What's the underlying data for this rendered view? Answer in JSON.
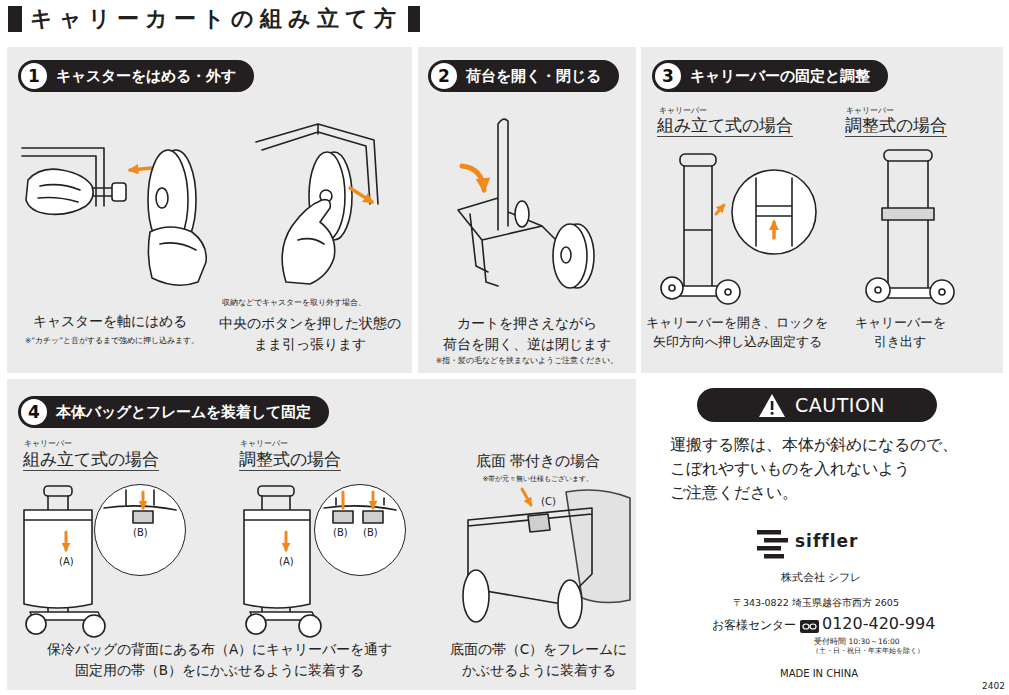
{
  "diagram": {
    "title": "キャリーカートの組み立て方",
    "nodes": [
      {
        "text": [
          "キャスターを軸にはめる",
          "※“カチッ”と音がするまで強めに押し込みます。",
          "収納などでキャスターを取り外す場合、",
          "中央のボタンを押した状態の まま引っ張ります"
        ]
      },
      {
        "text": [
          "キャスターをはめる・外す"
        ],
        "in": 0
      },
      {
        "text": [
          "1"
        ],
        "in": 1
      },
      {
        "text": [
          "カートを押さえながら 荷台を開く、逆は閉じます",
          "※指・髪の毛などを挟まないようご注意ください。"
        ]
      },
      {
        "text": [
          "荷台を開く・閉じる"
        ],
        "in": 3
      },
      {
        "text": [
          "2"
        ],
        "in": 4
      },
      {
        "text": [
          "キャリーバー",
          "組み立て式の場合",
          "キャリーバーを開き、ロックを 矢印方向へ押し込み固定する",
          "キャリーバー",
          "調整式の場合",
          "キャリーバーを 引き出す"
        ]
      },
      {
        "text": [
          "キャリーバーの固定と調整"
        ],
        "in": 6
      },
      {
        "text": [
          "3"
        ],
        "in": 7
      },
      {
        "text": [
          "キャリーバー",
          "組み立て式の場合",
          "キャリーバー",
          "調整式の場合",
          "底面 帯付きの場合",
          "※帯が元々無い仕様もございます。",
          "保冷バッグの背面にある布（A）にキャリーバーを通す 固定用の帯（B）をにかぶせるように装着する",
          "底面の帯（C）をフレームに かぶせるように装着する"
        ]
      },
      {
        "text": [
          "本体バッグとフレームを装着して固定"
        ],
        "in": 9
      },
      {
        "text": [
          "4"
        ],
        "in": 10
      },
      {
        "text": [
          "(B)"
        ],
        "in": 9
      },
      {
        "text": [
          "(B)",
          "(B)"
        ],
        "in": 9
      },
      {
        "text": [
          "CAUTION"
        ]
      }
    ],
    "labels": [
      "(A)",
      "(A)",
      "(C)",
      "運搬する際は、本体が斜めになるので、 こぼれやすいものを入れないよう ご注意ください。",
      "siffler",
      "株式会社 シフレ",
      "〒343-0822 埼玉県越谷市西方 2605",
      "お客様センター",
      "0120-420-994",
      "受付時間 10:30～16:00",
      "（土・日・祝日・年末年始を除く）",
      "MADE IN CHINA",
      "2402"
    ]
  }
}
